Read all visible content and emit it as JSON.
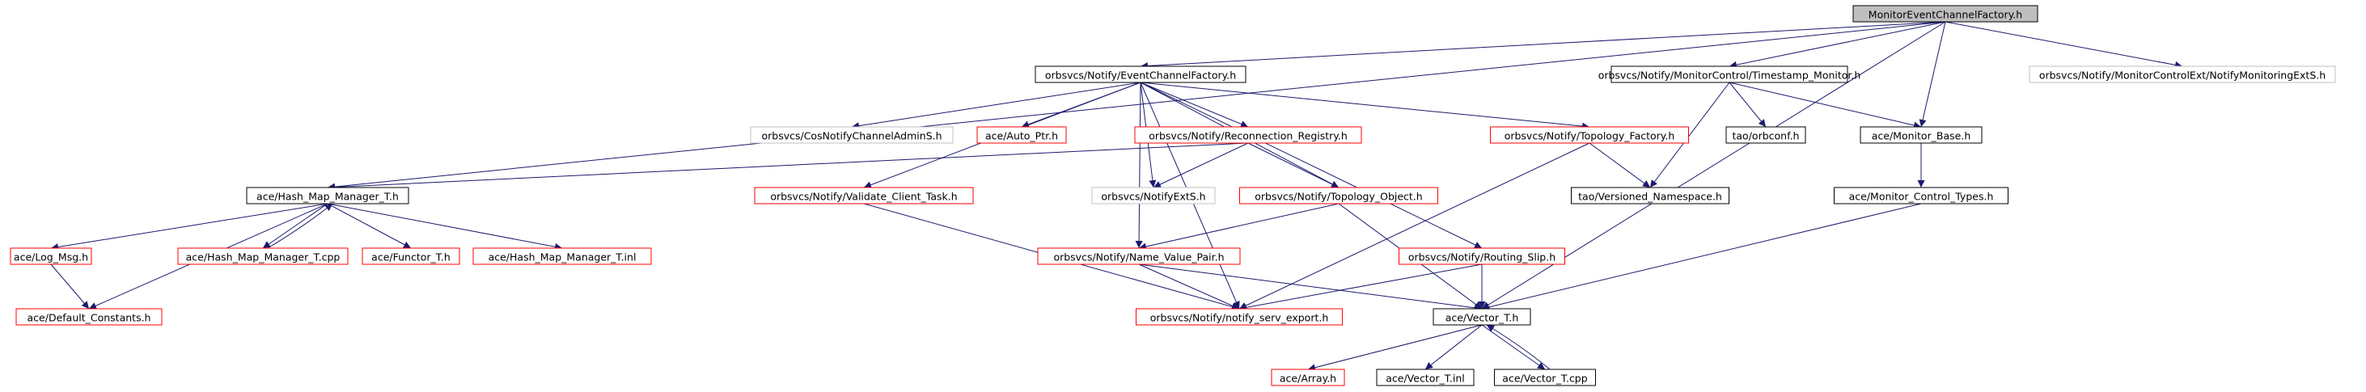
{
  "title": "MonitorEventChannelFactory.h",
  "colors": {
    "root_fill": "#bfbfbf",
    "root_border": "#000000",
    "documented_border": "#000000",
    "undocumented_border": "#ff0000",
    "external_border": "#c0c0c0",
    "edge": "#1a1a6e"
  },
  "nodes": [
    {
      "id": "root",
      "label": "MonitorEventChannelFactory.h",
      "kind": "root"
    },
    {
      "id": "ecf",
      "label": "orbsvcs/Notify/EventChannelFactory.h",
      "kind": "documented"
    },
    {
      "id": "ts",
      "label": "orbsvcs/Notify/MonitorControl/Timestamp_Monitor.h",
      "kind": "documented"
    },
    {
      "id": "extS",
      "label": "orbsvcs/Notify/MonitorControlExt/NotifyMonitoringExtS.h",
      "kind": "external"
    },
    {
      "id": "cosadmin",
      "label": "orbsvcs/CosNotifyChannelAdminS.h",
      "kind": "external"
    },
    {
      "id": "autoptr",
      "label": "ace/Auto_Ptr.h",
      "kind": "undocumented"
    },
    {
      "id": "reconn",
      "label": "orbsvcs/Notify/Reconnection_Registry.h",
      "kind": "undocumented"
    },
    {
      "id": "topofac",
      "label": "orbsvcs/Notify/Topology_Factory.h",
      "kind": "undocumented"
    },
    {
      "id": "orbconf",
      "label": "tao/orbconf.h",
      "kind": "documented"
    },
    {
      "id": "monbase",
      "label": "ace/Monitor_Base.h",
      "kind": "documented"
    },
    {
      "id": "hmm",
      "label": "ace/Hash_Map_Manager_T.h",
      "kind": "documented"
    },
    {
      "id": "vct",
      "label": "orbsvcs/Notify/Validate_Client_Task.h",
      "kind": "undocumented"
    },
    {
      "id": "extS2",
      "label": "orbsvcs/NotifyExtS.h",
      "kind": "external"
    },
    {
      "id": "topoobj",
      "label": "orbsvcs/Notify/Topology_Object.h",
      "kind": "undocumented"
    },
    {
      "id": "verns",
      "label": "tao/Versioned_Namespace.h",
      "kind": "documented"
    },
    {
      "id": "mct",
      "label": "ace/Monitor_Control_Types.h",
      "kind": "documented"
    },
    {
      "id": "logmsg",
      "label": "ace/Log_Msg.h",
      "kind": "undocumented"
    },
    {
      "id": "hmmcpp",
      "label": "ace/Hash_Map_Manager_T.cpp",
      "kind": "undocumented"
    },
    {
      "id": "functor",
      "label": "ace/Functor_T.h",
      "kind": "undocumented"
    },
    {
      "id": "hmminl",
      "label": "ace/Hash_Map_Manager_T.inl",
      "kind": "undocumented"
    },
    {
      "id": "nvp",
      "label": "orbsvcs/Notify/Name_Value_Pair.h",
      "kind": "undocumented"
    },
    {
      "id": "rslip",
      "label": "orbsvcs/Notify/Routing_Slip.h",
      "kind": "undocumented"
    },
    {
      "id": "defconst",
      "label": "ace/Default_Constants.h",
      "kind": "undocumented"
    },
    {
      "id": "servexp",
      "label": "orbsvcs/Notify/notify_serv_export.h",
      "kind": "undocumented"
    },
    {
      "id": "vec",
      "label": "ace/Vector_T.h",
      "kind": "documented"
    },
    {
      "id": "array",
      "label": "ace/Array.h",
      "kind": "undocumented"
    },
    {
      "id": "vecinl",
      "label": "ace/Vector_T.inl",
      "kind": "documented"
    },
    {
      "id": "veccpp",
      "label": "ace/Vector_T.cpp",
      "kind": "documented"
    }
  ],
  "edges": [
    {
      "from": "root",
      "to": "ecf"
    },
    {
      "from": "root",
      "to": "ts"
    },
    {
      "from": "root",
      "to": "extS"
    },
    {
      "from": "root",
      "to": "hmm"
    },
    {
      "from": "root",
      "to": "monbase"
    },
    {
      "from": "root",
      "to": "vec"
    },
    {
      "from": "ecf",
      "to": "cosadmin"
    },
    {
      "from": "ecf",
      "to": "autoptr"
    },
    {
      "from": "ecf",
      "to": "reconn"
    },
    {
      "from": "ecf",
      "to": "topofac"
    },
    {
      "from": "ecf",
      "to": "extS2"
    },
    {
      "from": "ecf",
      "to": "vct"
    },
    {
      "from": "ecf",
      "to": "topoobj"
    },
    {
      "from": "ecf",
      "to": "nvp"
    },
    {
      "from": "ecf",
      "to": "rslip"
    },
    {
      "from": "ecf",
      "to": "servexp"
    },
    {
      "from": "ts",
      "to": "orbconf"
    },
    {
      "from": "ts",
      "to": "monbase"
    },
    {
      "from": "ts",
      "to": "verns"
    },
    {
      "from": "monbase",
      "to": "mct"
    },
    {
      "from": "mct",
      "to": "vec"
    },
    {
      "from": "reconn",
      "to": "hmm"
    },
    {
      "from": "reconn",
      "to": "extS2"
    },
    {
      "from": "reconn",
      "to": "topoobj"
    },
    {
      "from": "topofac",
      "to": "verns"
    },
    {
      "from": "topofac",
      "to": "servexp"
    },
    {
      "from": "hmm",
      "to": "logmsg"
    },
    {
      "from": "hmm",
      "to": "hmmcpp"
    },
    {
      "from": "hmm",
      "to": "functor"
    },
    {
      "from": "hmm",
      "to": "hmminl"
    },
    {
      "from": "hmm",
      "to": "defconst"
    },
    {
      "from": "hmmcpp",
      "to": "hmm"
    },
    {
      "from": "logmsg",
      "to": "defconst"
    },
    {
      "from": "vct",
      "to": "servexp"
    },
    {
      "from": "topoobj",
      "to": "nvp"
    },
    {
      "from": "topoobj",
      "to": "vec"
    },
    {
      "from": "nvp",
      "to": "servexp"
    },
    {
      "from": "nvp",
      "to": "vec"
    },
    {
      "from": "rslip",
      "to": "servexp"
    },
    {
      "from": "rslip",
      "to": "vec"
    },
    {
      "from": "vec",
      "to": "array"
    },
    {
      "from": "vec",
      "to": "vecinl"
    },
    {
      "from": "vec",
      "to": "veccpp"
    },
    {
      "from": "veccpp",
      "to": "vec"
    }
  ]
}
